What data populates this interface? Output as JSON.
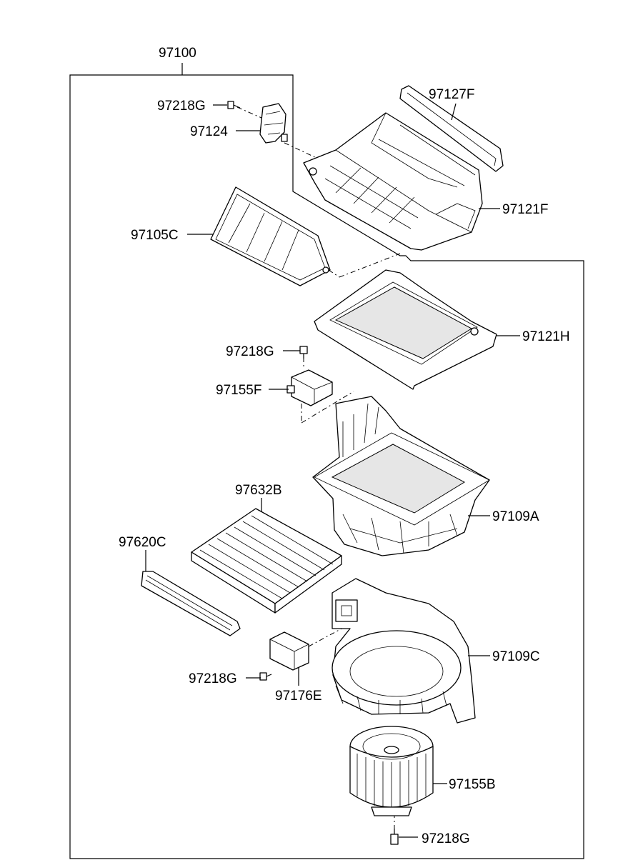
{
  "assembly": {
    "number": "97100"
  },
  "parts": [
    {
      "id": "bolt-top",
      "number": "97218G"
    },
    {
      "id": "actuator",
      "number": "97124"
    },
    {
      "id": "gasket",
      "number": "97127F"
    },
    {
      "id": "upper-case",
      "number": "97121F"
    },
    {
      "id": "intake-door",
      "number": "97105C"
    },
    {
      "id": "frame",
      "number": "97121H"
    },
    {
      "id": "bolt-mid",
      "number": "97218G"
    },
    {
      "id": "resistor",
      "number": "97155F"
    },
    {
      "id": "filter",
      "number": "97632B"
    },
    {
      "id": "cover",
      "number": "97620C"
    },
    {
      "id": "case-upper",
      "number": "97109A"
    },
    {
      "id": "case-lower",
      "number": "97109C"
    },
    {
      "id": "bolt-low",
      "number": "97218G"
    },
    {
      "id": "module",
      "number": "97176E"
    },
    {
      "id": "blower-motor",
      "number": "97155B"
    },
    {
      "id": "bolt-bottom",
      "number": "97218G"
    }
  ]
}
